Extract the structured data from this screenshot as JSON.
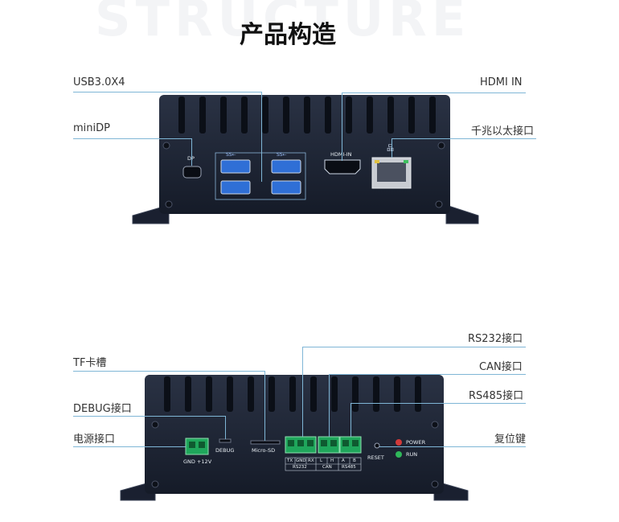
{
  "watermark": "STRUCTURE",
  "title": "产品构造",
  "front": {
    "labels": {
      "usb": "USB3.0X4",
      "minidp": "miniDP",
      "hdmi_in": "HDMI IN",
      "ethernet": "千兆以太接口"
    },
    "silkscreen": {
      "dp": "DP",
      "hdmi": "HDMI-IN"
    }
  },
  "rear": {
    "labels": {
      "tf": "TF卡槽",
      "debug": "DEBUG接口",
      "power": "电源接口",
      "rs232": "RS232接口",
      "can": "CAN接口",
      "rs485": "RS485接口",
      "reset": "复位键"
    },
    "silkscreen": {
      "gnd12v": "GND +12V",
      "debug": "DEBUG",
      "microsd": "Micro-SD",
      "pins": [
        "TX",
        "GND",
        "RX",
        "L",
        "H",
        "A",
        "B"
      ],
      "groups": [
        "RS232",
        "CAN",
        "RS485"
      ],
      "reset": "RESET",
      "power_led": "POWER",
      "run_led": "RUN"
    }
  },
  "colors": {
    "chassis": "#1d2433",
    "usb_blue": "#2f6fd6",
    "terminal_green": "#1fa65b",
    "leader_line": "#7fb6d6",
    "power_led": "#d23a3a",
    "run_led": "#2fb85a"
  }
}
